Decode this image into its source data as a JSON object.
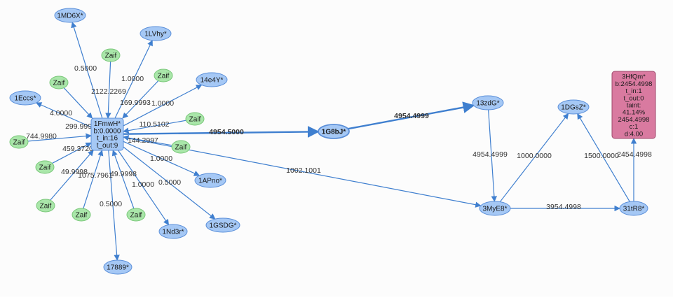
{
  "colors": {
    "edge": "#3f7fcf",
    "blue_fill": "#a5c8f5",
    "blue_stroke": "#5b8fd9",
    "green_fill": "#a9e6a9",
    "green_stroke": "#79c779",
    "pink_fill": "#d97aa0",
    "pink_stroke": "#9e4a6c",
    "label_text": "#333333"
  },
  "nodes": [
    {
      "id": "n1MD6X",
      "text": "1MD6X*",
      "type": "ellipse",
      "fill": "blue"
    },
    {
      "id": "n1LVhy",
      "text": "1LVhy*",
      "type": "ellipse",
      "fill": "blue"
    },
    {
      "id": "n14e4Y",
      "text": "14e4Y*",
      "type": "ellipse",
      "fill": "blue"
    },
    {
      "id": "n1Eccs",
      "text": "1Eccs*",
      "type": "ellipse",
      "fill": "blue"
    },
    {
      "id": "n1APno",
      "text": "1APno*",
      "type": "ellipse",
      "fill": "blue"
    },
    {
      "id": "n1GSDG",
      "text": "1GSDG*",
      "type": "ellipse",
      "fill": "blue"
    },
    {
      "id": "n1Nd3r",
      "text": "1Nd3r*",
      "type": "ellipse",
      "fill": "blue"
    },
    {
      "id": "n17889",
      "text": "17889*",
      "type": "ellipse",
      "fill": "blue"
    },
    {
      "id": "z1",
      "text": "Zaif",
      "type": "ellipse",
      "fill": "green"
    },
    {
      "id": "z2",
      "text": "Zaif",
      "type": "ellipse",
      "fill": "green"
    },
    {
      "id": "z3",
      "text": "Zaif",
      "type": "ellipse",
      "fill": "green"
    },
    {
      "id": "z4",
      "text": "Zaif",
      "type": "ellipse",
      "fill": "green"
    },
    {
      "id": "z5",
      "text": "Zaif",
      "type": "ellipse",
      "fill": "green"
    },
    {
      "id": "z6",
      "text": "Zaif",
      "type": "ellipse",
      "fill": "green"
    },
    {
      "id": "z7",
      "text": "Zaif",
      "type": "ellipse",
      "fill": "green"
    },
    {
      "id": "z8",
      "text": "Zaif",
      "type": "ellipse",
      "fill": "green"
    },
    {
      "id": "z9",
      "text": "Zaif",
      "type": "ellipse",
      "fill": "green"
    },
    {
      "id": "z10",
      "text": "Zaif",
      "type": "ellipse",
      "fill": "green"
    },
    {
      "id": "z11",
      "text": "Zaif",
      "type": "ellipse",
      "fill": "green"
    },
    {
      "id": "hub",
      "text": [
        "1FmwH*",
        "b:0.0000",
        "t_in:16",
        "t_out:9"
      ],
      "type": "box",
      "fill": "blue"
    },
    {
      "id": "n1G8bJ",
      "text": "1G8bJ*",
      "type": "ellipse",
      "fill": "blue",
      "bold": true
    },
    {
      "id": "n13zdG",
      "text": "13zdG*",
      "type": "ellipse",
      "fill": "blue"
    },
    {
      "id": "n3MyE8",
      "text": "3MyE8*",
      "type": "ellipse",
      "fill": "blue"
    },
    {
      "id": "n1DGsZ",
      "text": "1DGsZ*",
      "type": "ellipse",
      "fill": "blue"
    },
    {
      "id": "n31tR8",
      "text": "31tR8*",
      "type": "ellipse",
      "fill": "blue"
    },
    {
      "id": "n3HfQm",
      "text": [
        "3HfQm*",
        "b:2454.4998",
        "t_in:1",
        "t_out:0",
        "taint:",
        "41.14%",
        "2454.4998",
        "c:1",
        "d:4.00"
      ],
      "type": "box",
      "fill": "pink"
    }
  ],
  "edges": [
    {
      "from": "hub",
      "to": "n1MD6X",
      "label": "0.5000"
    },
    {
      "from": "z1",
      "to": "hub",
      "label": "2122.2269"
    },
    {
      "from": "hub",
      "to": "n1LVhy",
      "label": "1.0000"
    },
    {
      "from": "z2",
      "to": "hub",
      "label": "169.9993"
    },
    {
      "from": "hub",
      "to": "n14e4Y",
      "label": "1.0000"
    },
    {
      "from": "z3",
      "to": "hub",
      "label": "299.9994"
    },
    {
      "from": "hub",
      "to": "n1Eccs",
      "label": "4.0000"
    },
    {
      "from": "z4",
      "to": "hub",
      "label": "110.5102"
    },
    {
      "from": "z5",
      "to": "hub",
      "label": "744.9980"
    },
    {
      "from": "z6",
      "to": "hub",
      "label": "459.3720"
    },
    {
      "from": "z7",
      "to": "hub",
      "label": "144.2997"
    },
    {
      "from": "z8",
      "to": "hub",
      "label": "49.9998"
    },
    {
      "from": "z9",
      "to": "hub",
      "label": "1075.7961"
    },
    {
      "from": "z10",
      "to": "hub",
      "label": "49.9998"
    },
    {
      "from": "hub",
      "to": "n1APno",
      "label": "1.0000"
    },
    {
      "from": "hub",
      "to": "n1GSDG",
      "label": "0.5000"
    },
    {
      "from": "hub",
      "to": "n1Nd3r",
      "label": "1.0000"
    },
    {
      "from": "hub",
      "to": "n17889",
      "label": "0.5000"
    },
    {
      "from": "hub",
      "to": "n1G8bJ",
      "label": "4954.5000",
      "bold": true
    },
    {
      "from": "n1G8bJ",
      "to": "n13zdG",
      "label": "4954.4999",
      "bold": true
    },
    {
      "from": "hub",
      "to": "n3MyE8",
      "label": "1002.1001"
    },
    {
      "from": "n13zdG",
      "to": "n3MyE8",
      "label": "4954.4999"
    },
    {
      "from": "n3MyE8",
      "to": "n1DGsZ",
      "label": "1000.0000"
    },
    {
      "from": "n3MyE8",
      "to": "n31tR8",
      "label": "3954.4998"
    },
    {
      "from": "n31tR8",
      "to": "n1DGsZ",
      "label": "1500.0000"
    },
    {
      "from": "n31tR8",
      "to": "n3HfQm",
      "label": "2454.4998"
    }
  ]
}
